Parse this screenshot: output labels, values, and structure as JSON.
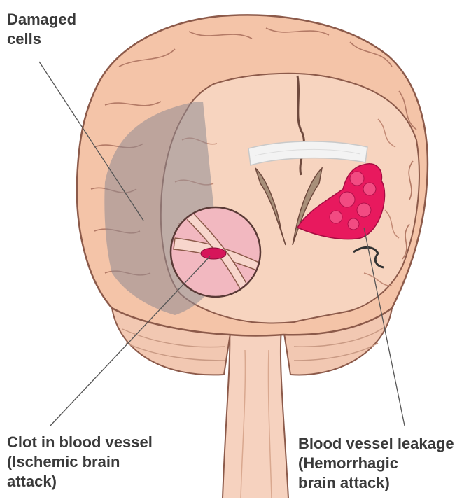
{
  "labels": {
    "damaged_cells": [
      "Damaged",
      "cells"
    ],
    "clot": [
      "Clot in blood vessel",
      "(Ischemic brain",
      "attack)"
    ],
    "leakage": [
      "Blood vessel leakage",
      "(Hemorrhagic",
      "brain attack)"
    ]
  },
  "colors": {
    "brain": "#f4c4a8",
    "brain_shadow": "#e6a98c",
    "cortex_outline": "#8c5a4a",
    "damaged_region": "#8f8a92",
    "hemorrhage": "#e8195e",
    "clot": "#d6155a",
    "cerebellum": "#f2c8b2",
    "brainstem": "#f6d2bf",
    "callosum": "#f3f3f3",
    "pointer_line": "#555555"
  }
}
